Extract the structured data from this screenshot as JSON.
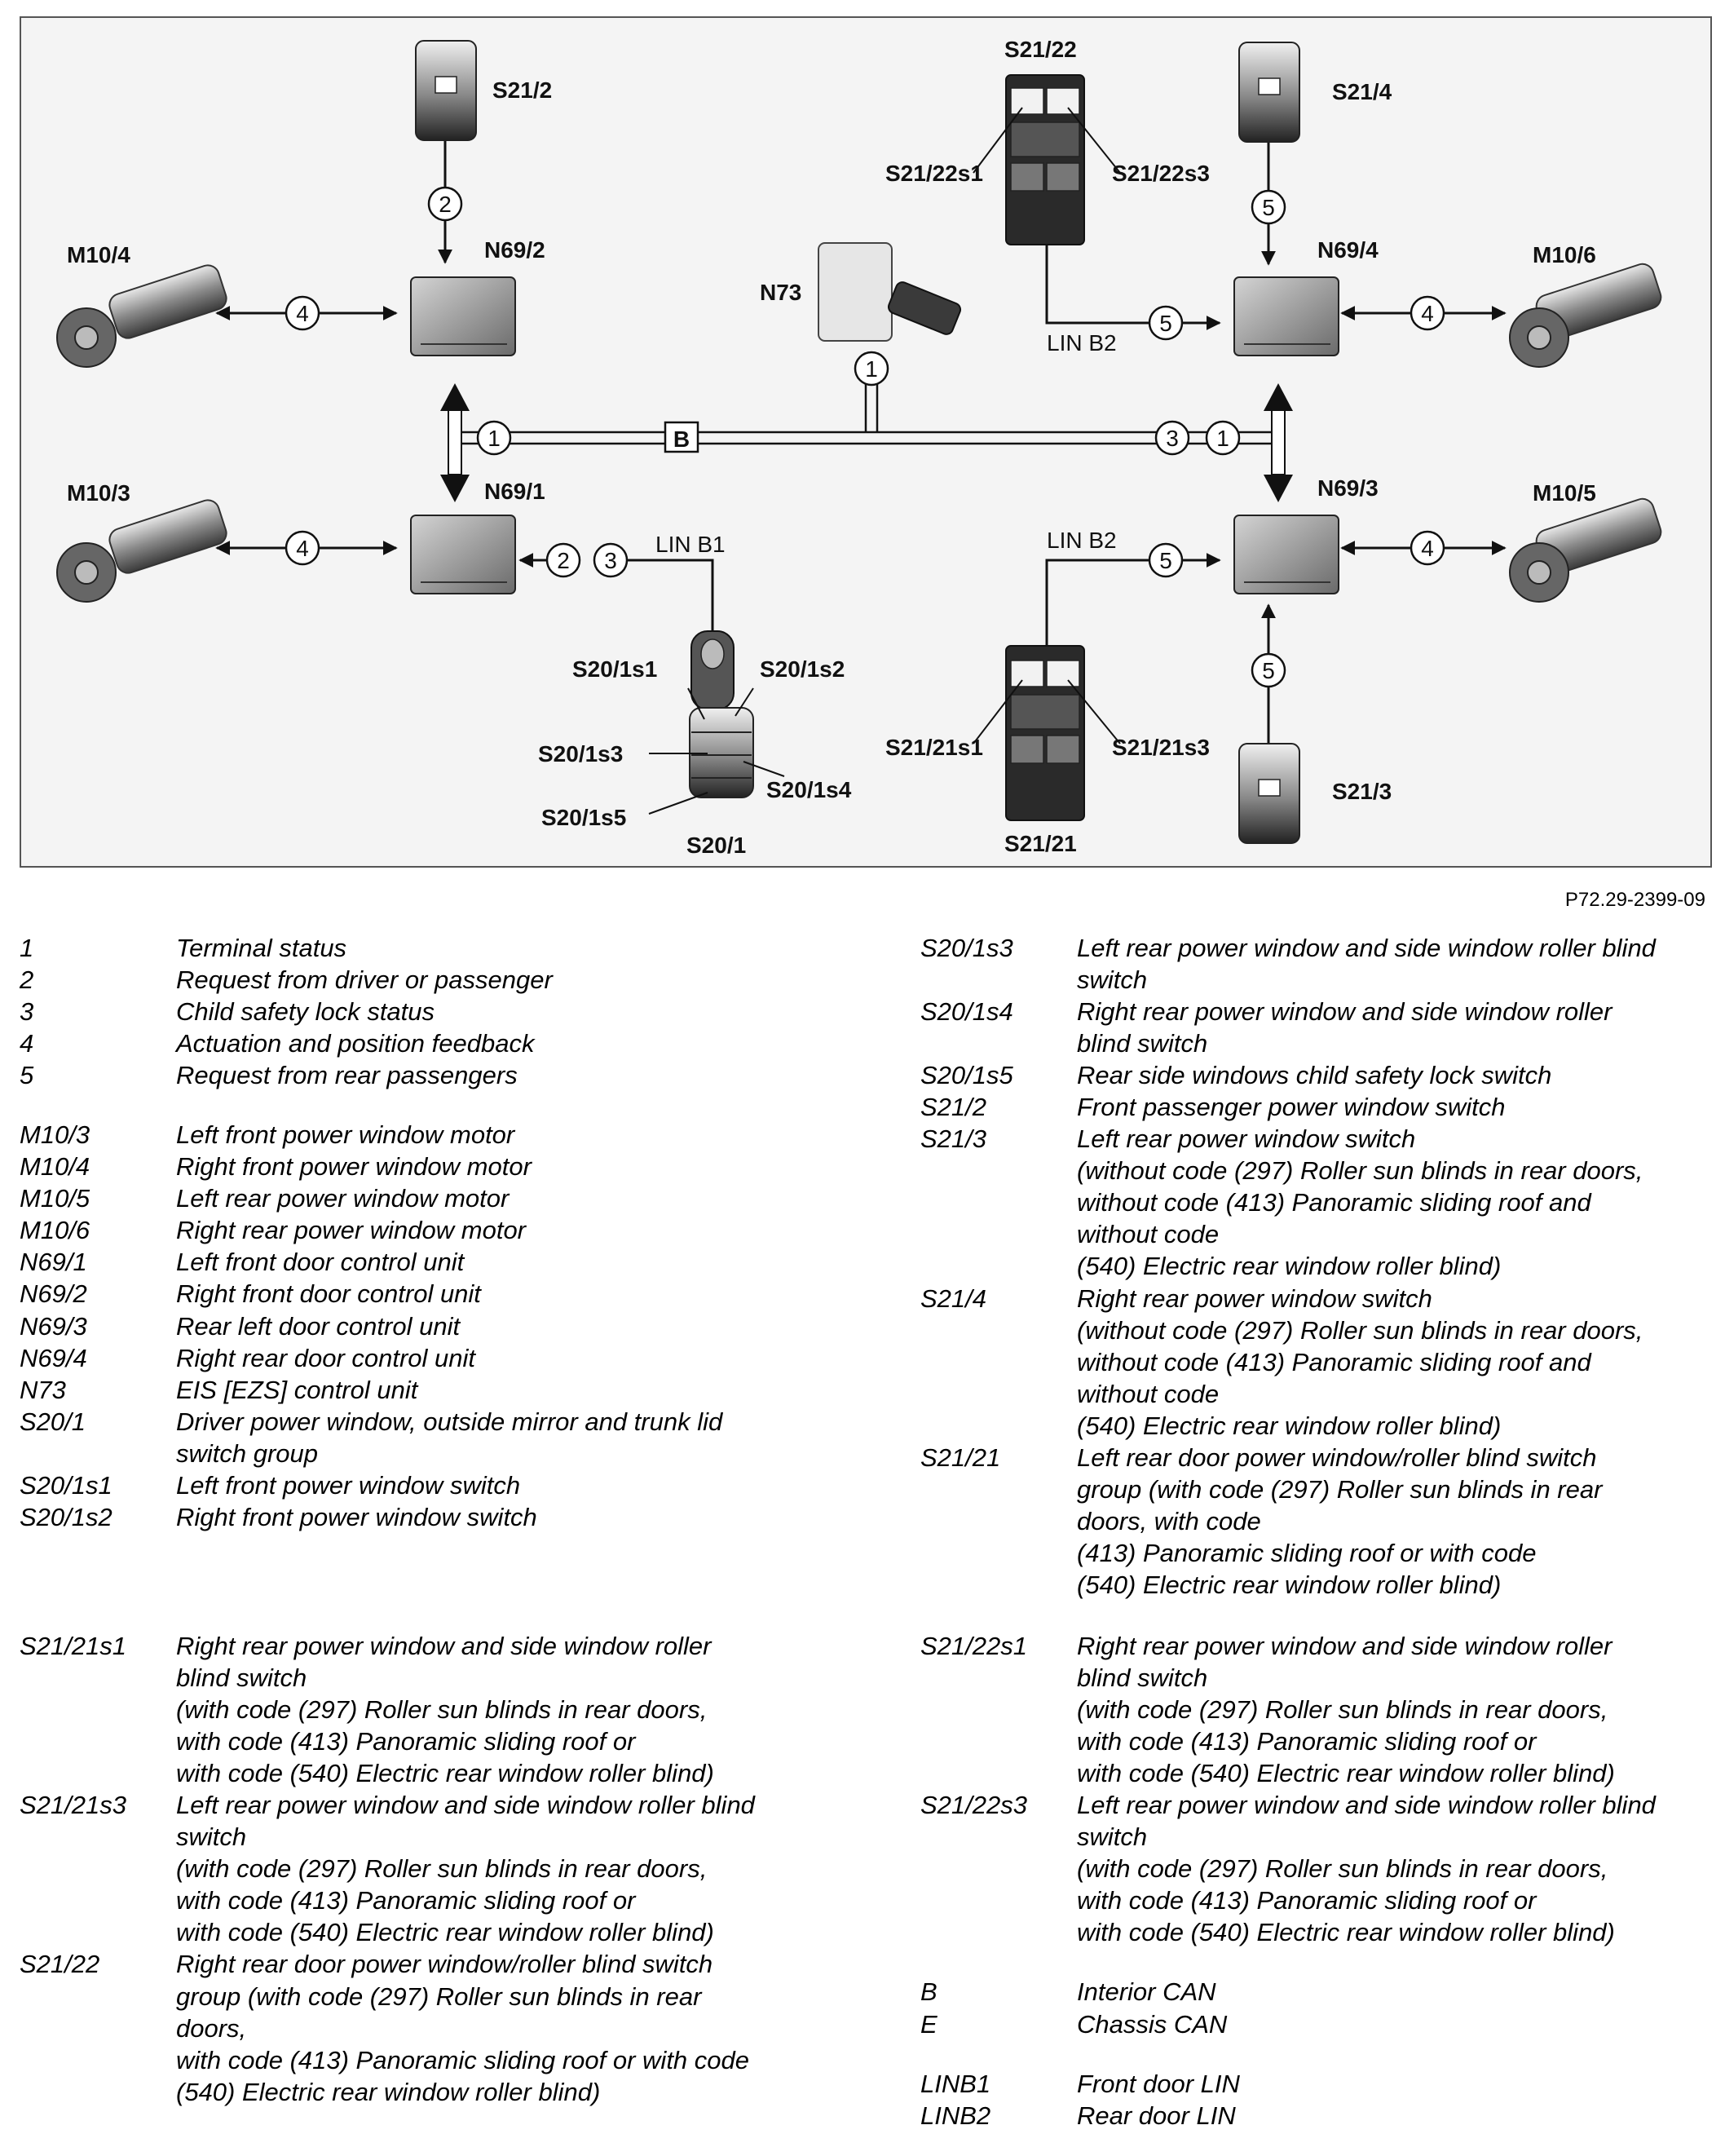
{
  "figure_code": "P72.29-2399-09",
  "diagram": {
    "components": {
      "M10_4": "M10/4",
      "M10_3": "M10/3",
      "M10_6": "M10/6",
      "M10_5": "M10/5",
      "N69_2": "N69/2",
      "N69_1": "N69/1",
      "N69_4": "N69/4",
      "N69_3": "N69/3",
      "N73": "N73",
      "S21_2": "S21/2",
      "S21_4": "S21/4",
      "S21_3": "S21/3",
      "S21_22": "S21/22",
      "S21_22s1": "S21/22s1",
      "S21_22s3": "S21/22s3",
      "S21_21": "S21/21",
      "S21_21s1": "S21/21s1",
      "S21_21s3": "S21/21s3",
      "S20_1": "S20/1",
      "S20_1s1": "S20/1s1",
      "S20_1s2": "S20/1s2",
      "S20_1s3": "S20/1s3",
      "S20_1s4": "S20/1s4",
      "S20_1s5": "S20/1s5"
    },
    "bus_labels": {
      "lin_b1": "LIN B1",
      "lin_b2_upper": "LIN B2",
      "lin_b2_lower": "LIN B2",
      "can_b": "B"
    },
    "signal_numbers": [
      "1",
      "2",
      "3",
      "4",
      "5"
    ]
  },
  "legend_left_1": [
    {
      "code": "1",
      "text": "Terminal status"
    },
    {
      "code": "2",
      "text": "Request from driver or passenger"
    },
    {
      "code": "3",
      "text": "Child safety lock status"
    },
    {
      "code": "4",
      "text": "Actuation and position feedback"
    },
    {
      "code": "5",
      "text": "Request from rear passengers"
    },
    {
      "code": "M10/3",
      "text": "Left front power window motor"
    },
    {
      "code": "M10/4",
      "text": "Right front power window motor"
    },
    {
      "code": "M10/5",
      "text": "Left rear power window motor"
    },
    {
      "code": "M10/6",
      "text": "Right rear power window motor"
    },
    {
      "code": "N69/1",
      "text": "Left front door control unit"
    },
    {
      "code": "N69/2",
      "text": "Right front door control unit"
    },
    {
      "code": "N69/3",
      "text": "Rear left door control unit"
    },
    {
      "code": "N69/4",
      "text": "Right rear door control unit"
    },
    {
      "code": "N73",
      "text": "EIS [EZS] control unit"
    },
    {
      "code": "S20/1",
      "text": "Driver power window, outside mirror and trunk lid\nswitch group"
    },
    {
      "code": "S20/1s1",
      "text": "Left front power window switch"
    },
    {
      "code": "S20/1s2",
      "text": "Right front power window switch"
    }
  ],
  "legend_right_1": [
    {
      "code": "S20/1s3",
      "text": "Left rear power window and side window roller blind\nswitch"
    },
    {
      "code": "S20/1s4",
      "text": "Right rear power window and side window roller\nblind switch"
    },
    {
      "code": "S20/1s5",
      "text": "Rear side windows child safety lock switch"
    },
    {
      "code": "S21/2",
      "text": "Front passenger power window switch"
    },
    {
      "code": "S21/3",
      "text": "Left rear power window switch\n(without code (297) Roller sun blinds in rear doors,\nwithout code (413) Panoramic sliding roof and\nwithout code\n(540) Electric rear window roller blind)"
    },
    {
      "code": "S21/4",
      "text": "Right rear power window switch\n(without code (297) Roller sun blinds in rear doors,\nwithout code (413) Panoramic sliding roof and\nwithout code\n(540) Electric rear window roller blind)"
    },
    {
      "code": "S21/21",
      "text": "Left rear door power window/roller blind switch\ngroup (with code (297) Roller sun blinds in rear\ndoors, with code\n(413) Panoramic sliding roof or with code\n(540) Electric rear window roller blind)"
    }
  ],
  "legend_left_2": [
    {
      "code": "S21/21s1",
      "text": "Right rear power window and side window roller\nblind switch\n(with code (297) Roller sun blinds in rear doors,\nwith code (413) Panoramic sliding roof or\nwith code (540) Electric rear window roller blind)"
    },
    {
      "code": "S21/21s3",
      "text": "Left rear power window and side window roller blind\nswitch\n(with code (297) Roller sun blinds in rear doors,\nwith code (413) Panoramic sliding roof or\nwith code (540) Electric rear window roller blind)"
    },
    {
      "code": "S21/22",
      "text": "Right rear door power window/roller blind switch\ngroup (with code (297) Roller sun blinds in rear\ndoors,\nwith code (413) Panoramic sliding roof or with code\n(540) Electric rear window roller blind)"
    }
  ],
  "legend_right_2": [
    {
      "code": "S21/22s1",
      "text": "Right rear power window and side window roller\nblind switch\n(with code (297) Roller sun blinds in rear doors,\nwith code (413) Panoramic sliding roof or\nwith code (540) Electric rear window roller blind)"
    },
    {
      "code": "S21/22s3",
      "text": "Left rear power window and side window roller blind\nswitch\n(with code (297) Roller sun blinds in rear doors,\nwith code (413) Panoramic sliding roof or\nwith code (540) Electric rear window roller blind)"
    },
    {
      "code": "B",
      "text": "Interior CAN"
    },
    {
      "code": "E",
      "text": "Chassis CAN"
    },
    {
      "code": "LINB1",
      "text": "Front door LIN"
    },
    {
      "code": "LINB2",
      "text": "Rear door LIN"
    }
  ]
}
